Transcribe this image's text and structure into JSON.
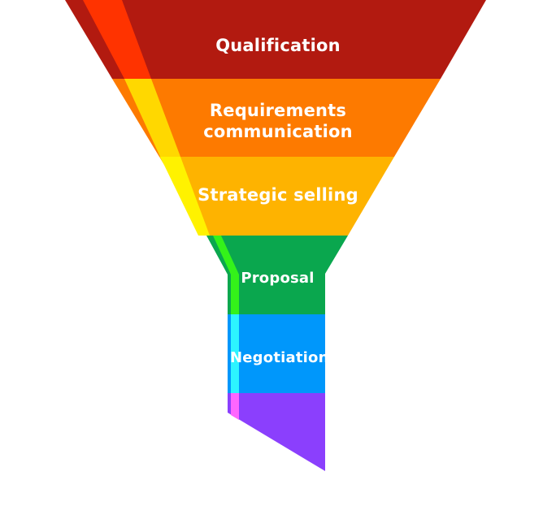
{
  "diagram": {
    "stages": [
      {
        "label": "Qualification",
        "color": "#b21a10",
        "highlight": "#ff3300"
      },
      {
        "label": "Requirements\ncommunication",
        "color": "#fd7a00",
        "highlight": "#ffd800"
      },
      {
        "label": "Strategic selling",
        "color": "#feb300",
        "highlight": "#fff200"
      },
      {
        "label": "Proposal",
        "color": "#0aa74e",
        "highlight": "#34f21a"
      },
      {
        "label": "Negotiation",
        "color": "#0097fb",
        "highlight": "#2df4ff"
      },
      {
        "label": "",
        "color": "#8b3ffd",
        "highlight": "#ff66ff"
      }
    ]
  }
}
